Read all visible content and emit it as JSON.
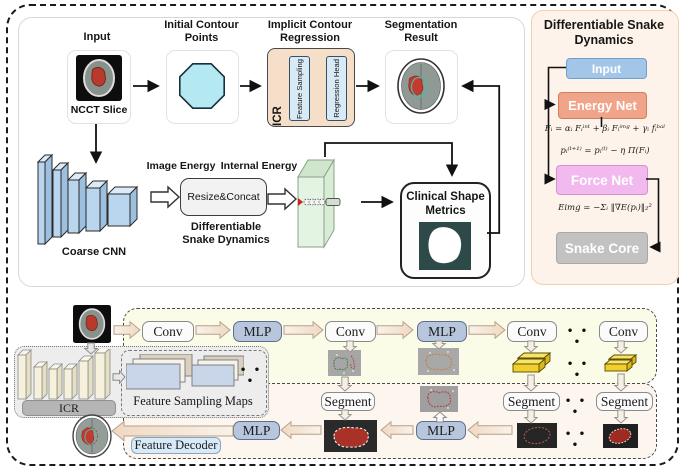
{
  "figure": {
    "top": {
      "input_header": "Input",
      "ncct_caption": "NCCT Slice",
      "initial_contour_header": "Initial Contour Points",
      "implicit_header": "Implicit Contour Regression",
      "segmentation_header": "Segmentation Result",
      "icr_label": "ICR",
      "feature_sampling_label": "Feature Sampling",
      "regression_head_label": "Regression Head",
      "coarse_cnn_label": "Coarse CNN",
      "image_energy_label": "Image Energy",
      "internal_energy_label": "Internal Energy",
      "resize_concat_label": "Resize&Concat",
      "diff_snake_label": "Differentiable Snake Dynamics",
      "clinical_label": "Clinical Shape Metrics"
    },
    "snake_panel": {
      "title": "Differentiable Snake Dynamics",
      "input_label": "Input",
      "energy_net_label": "Energy Net",
      "force_net_label": "Force Net",
      "snake_core_label": "Snake Core",
      "formula_force": "Fᵢ = αᵢ Fᵢⁱⁿᵗ + βᵢ Fᵢⁱᵐᵍ + γᵢ fᵢᵇᵃˡ",
      "formula_update": "pᵢ⁽ᵗ⁺¹⁾ = pᵢ⁽ᵗ⁾ − η Π(Fᵢ)",
      "formula_energy": "Eimg = −Σᵢ ‖∇E(pᵢ)‖₂²"
    },
    "bottom": {
      "conv_labels": [
        "Conv",
        "Conv",
        "Conv",
        "Conv"
      ],
      "mlp_labels": [
        "MLP",
        "MLP",
        "MLP",
        "MLP"
      ],
      "segment_labels": [
        "Segment",
        "Segment",
        "Segment"
      ],
      "icr_label": "ICR",
      "feature_sampling_maps_label": "Feature Sampling Maps",
      "feature_decoder_label": "Feature Decoder",
      "ellipsis": "• • •"
    },
    "palette": {
      "icr_box_bg": "#f6dfc9",
      "octagon_fill": "#b5e9f2",
      "snake_input_bg": "#a3c6e8",
      "energy_net_bg": "#f0a489",
      "force_net_bg": "#f2b9ee",
      "snake_core_bg": "#c2c2c2",
      "mlp_bg": "#b7c5dd",
      "yellow_block": "#f0d23c",
      "cnn_slab": "#b9d6ee",
      "green_slab": "#e2f3e0",
      "lesion_red": "#b03026",
      "panel_bg": "#fdf3ea",
      "yellow_row_bg": "#fbfce8",
      "pink_row_bg": "#fdf6ef"
    }
  }
}
